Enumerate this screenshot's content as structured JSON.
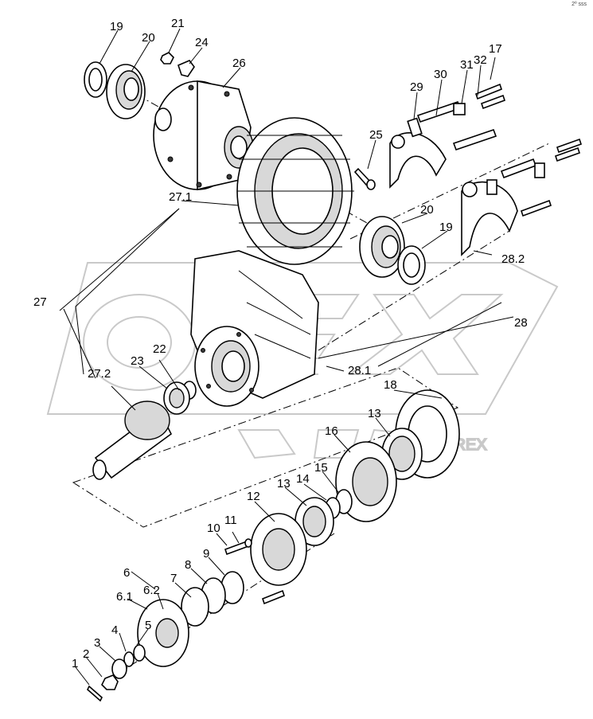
{
  "corner_mark": "2º sss",
  "labels": {
    "l1": "1",
    "l2": "2",
    "l3": "3",
    "l4": "4",
    "l5": "5",
    "l6": "6",
    "l6_1": "6.1",
    "l6_2": "6.2",
    "l7": "7",
    "l8": "8",
    "l9": "9",
    "l10": "10",
    "l11": "11",
    "l12": "12",
    "l13a": "13",
    "l13b": "13",
    "l14": "14",
    "l15": "15",
    "l16": "16",
    "l17": "17",
    "l18": "18",
    "l19a": "19",
    "l19b": "19",
    "l20a": "20",
    "l20b": "20",
    "l21": "21",
    "l22": "22",
    "l23": "23",
    "l24": "24",
    "l25": "25",
    "l26": "26",
    "l27": "27",
    "l27_1": "27.1",
    "l27_2": "27.2",
    "l28": "28",
    "l28_1": "28.1",
    "l28_2": "28.2",
    "l29": "29",
    "l30": "30",
    "l31": "31",
    "l32": "32"
  },
  "watermark": {
    "text": "OREX"
  }
}
